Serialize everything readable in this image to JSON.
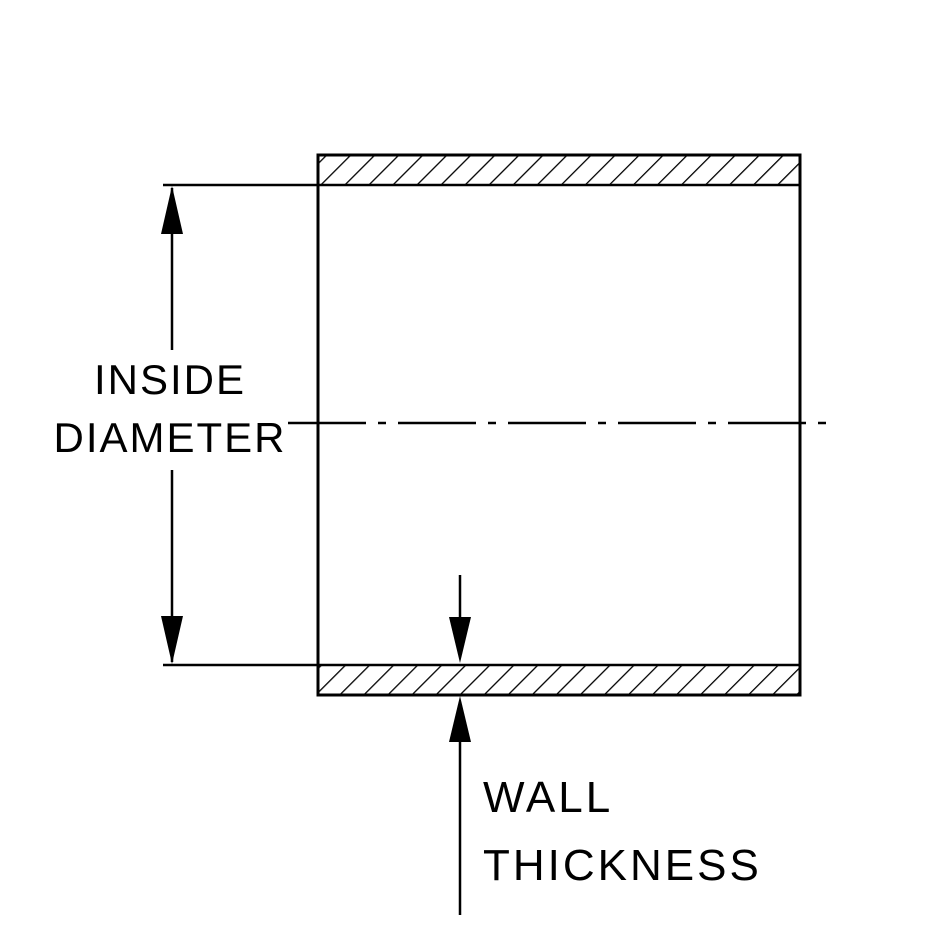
{
  "page": {
    "background_color": "#ffffff",
    "ink_color": "#000000"
  },
  "diagram": {
    "description": "Cross-section of a tube/hose showing inside diameter and wall thickness dimensions",
    "labels": {
      "inside_diameter_line1": "INSIDE",
      "inside_diameter_line2": "DIAMETER",
      "wall_thickness_line1": "WALL",
      "wall_thickness_line2": "THICKNESS"
    }
  }
}
